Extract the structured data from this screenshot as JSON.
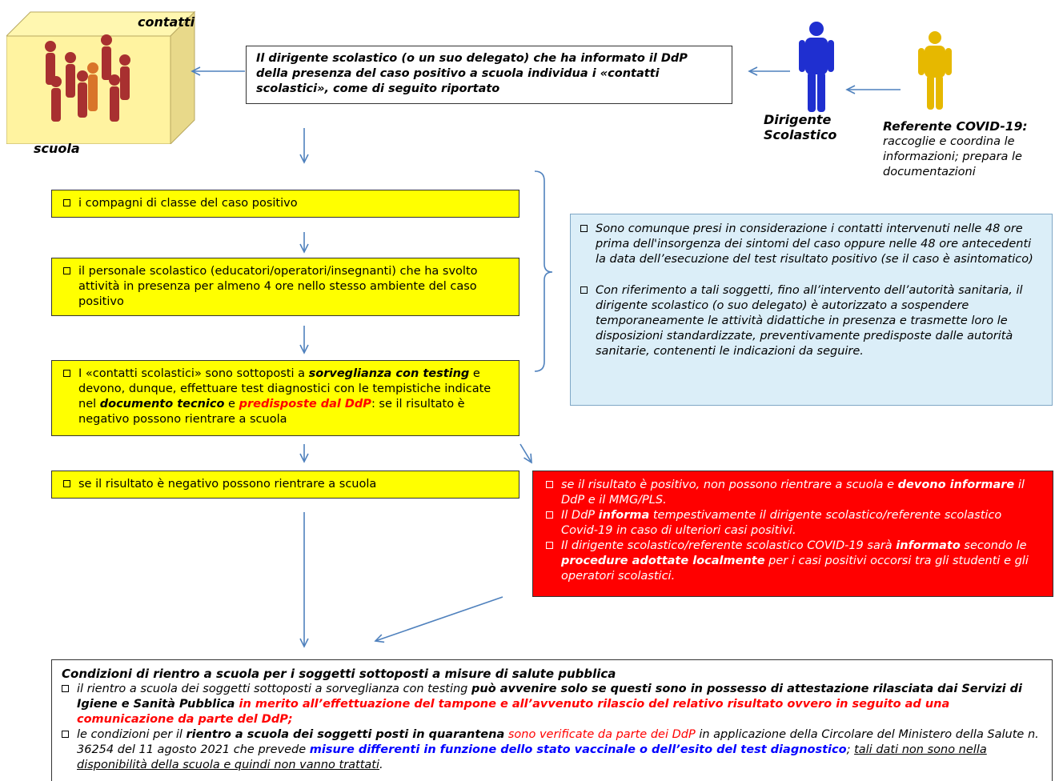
{
  "school": {
    "label_contacts": "contatti",
    "label_school": "scuola"
  },
  "top_box": {
    "text": "Il dirigente scolastico (o un suo delegato) che ha informato il DdP della presenza del caso positivo a scuola individua i «contatti scolastici», come di seguito riportato"
  },
  "dirigente": {
    "label": "Dirigente\nScolastico"
  },
  "referente": {
    "title": "Referente COVID-19:",
    "desc": "raccoglie e coordina le informazioni; prepara le documentazioni"
  },
  "steps": {
    "compagni": "i compagni di classe del caso positivo",
    "personale": "il personale scolastico (educatori/operatori/insegnanti) che ha svolto attività in presenza per almeno 4 ore nello stesso ambiente del caso positivo",
    "contatti": {
      "p1": "I «contatti scolastici» sono sottoposti a ",
      "b1": "sorveglianza con testing",
      "p2": " e devono, dunque, effettuare test diagnostici con le tempistiche indicate nel ",
      "b2": "documento tecnico",
      "p3": " e ",
      "r1": "predisposte dal DdP",
      "p4": ": se il risultato è negativo possono rientrare a scuola"
    },
    "negativo": "se il risultato è negativo possono rientrare a scuola"
  },
  "info_box": {
    "item1": "Sono comunque presi in considerazione i contatti intervenuti nelle 48 ore prima dell'insorgenza dei sintomi del caso oppure nelle 48 ore antecedenti la data dell’esecuzione del test risultato positivo (se il caso è asintomatico)",
    "item2": "Con riferimento a tali soggetti, fino all’intervento dell’autorità sanitaria, il dirigente scolastico (o suo delegato) è autorizzato a sospendere temporaneamente le attività didattiche in presenza e trasmette loro le disposizioni standardizzate, preventivamente predisposte dalle autorità sanitarie, contenenti le indicazioni da seguire."
  },
  "red_box": {
    "i1a": "se il risultato è positivo, non possono rientrare a scuola e ",
    "i1b": "devono informare",
    "i1c": " il DdP e il MMG/PLS.",
    "i2a": "Il DdP ",
    "i2b": "informa",
    "i2c": " tempestivamente il dirigente scolastico/referente scolastico Covid-19 in caso di ulteriori casi positivi.",
    "i3a": "Il dirigente scolastico/referente scolastico COVID-19 sarà ",
    "i3b": "informato",
    "i3c": " secondo le ",
    "i3d": "procedure adottate localmente",
    "i3e": " per i casi positivi occorsi tra gli studenti e gli operatori scolastici."
  },
  "bottom_box": {
    "title": "Condizioni di rientro a scuola per i soggetti sottoposti a misure di salute pubblica",
    "b1a": "il rientro a scuola dei soggetti sottoposti a sorveglianza con testing ",
    "b1b": "può avvenire solo se questi sono in possesso di attestazione rilasciata dai Servizi di Igiene e Sanità Pubblica",
    "b1c": " in merito all’effettuazione del tampone e all’avvenuto rilascio del relativo risultato ovvero in seguito ad una comunicazione da parte del DdP;",
    "b2a": "le condizioni per il ",
    "b2b": "rientro a scuola dei soggetti posti in quarantena",
    "b2c": " sono verificate da parte dei DdP",
    "b2d": " in applicazione della Circolare del Ministero della Salute n. 36254 del 11 agosto 2021 che prevede ",
    "b2e": "misure differenti in funzione dello stato vaccinale o dell’esito del test diagnostico",
    "b2f": "; ",
    "b2g": "tali dati non sono nella disponibilità della scuola e quindi non vanno trattati",
    "b2h": "."
  },
  "colors": {
    "yellow": "#ffff00",
    "light_blue": "#dbeef8",
    "red": "#ff0000",
    "arrow": "#4f81bd",
    "figure_red": "#b22222",
    "figure_blue": "#1f2fd0",
    "figure_gold": "#e6b800"
  }
}
